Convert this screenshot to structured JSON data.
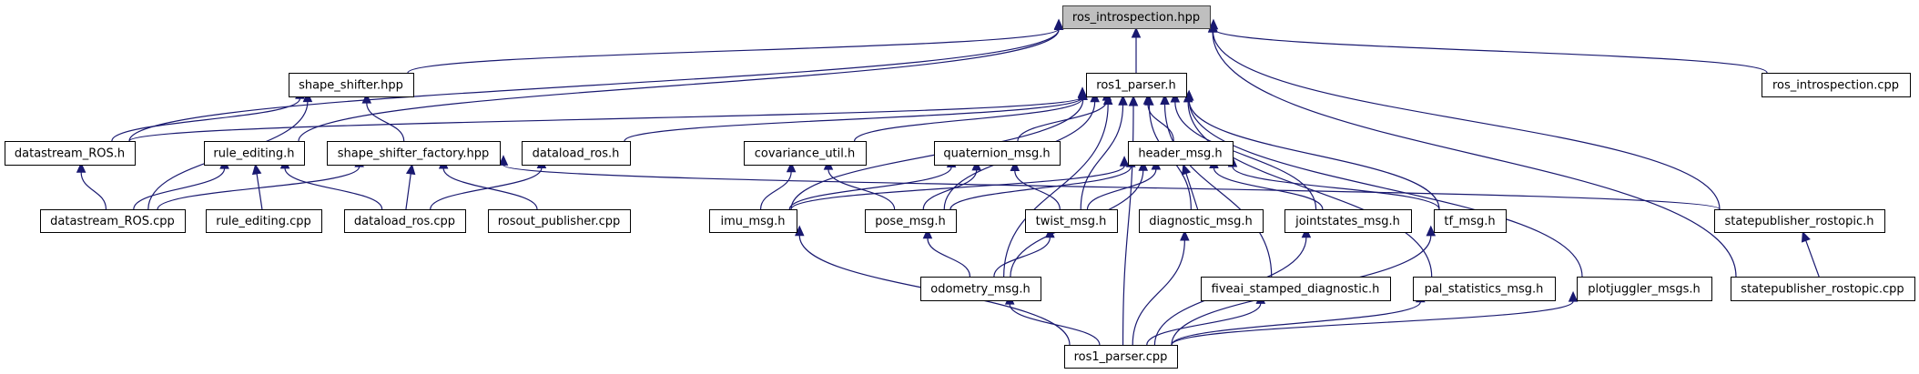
{
  "diagram": {
    "type": "include-dependency-graph",
    "focus_node": "ros_introspection.hpp",
    "colors": {
      "edge": "#191970",
      "focus_fill": "#bfbfbf",
      "node_fill": "#ffffff",
      "node_border": "#000000"
    },
    "nodes": [
      {
        "id": "ros_introspection_hpp",
        "label": "ros_introspection.hpp",
        "focus": true
      },
      {
        "id": "shape_shifter_hpp",
        "label": "shape_shifter.hpp"
      },
      {
        "id": "ros1_parser_h",
        "label": "ros1_parser.h"
      },
      {
        "id": "ros_introspection_cpp",
        "label": "ros_introspection.cpp"
      },
      {
        "id": "datastream_ROS_h",
        "label": "datastream_ROS.h"
      },
      {
        "id": "rule_editing_h",
        "label": "rule_editing.h"
      },
      {
        "id": "shape_shifter_factory_hpp",
        "label": "shape_shifter_factory.hpp"
      },
      {
        "id": "dataload_ros_h",
        "label": "dataload_ros.h"
      },
      {
        "id": "covariance_util_h",
        "label": "covariance_util.h"
      },
      {
        "id": "quaternion_msg_h",
        "label": "quaternion_msg.h"
      },
      {
        "id": "header_msg_h",
        "label": "header_msg.h"
      },
      {
        "id": "datastream_ROS_cpp",
        "label": "datastream_ROS.cpp"
      },
      {
        "id": "rule_editing_cpp",
        "label": "rule_editing.cpp"
      },
      {
        "id": "dataload_ros_cpp",
        "label": "dataload_ros.cpp"
      },
      {
        "id": "rosout_publisher_cpp",
        "label": "rosout_publisher.cpp"
      },
      {
        "id": "imu_msg_h",
        "label": "imu_msg.h"
      },
      {
        "id": "pose_msg_h",
        "label": "pose_msg.h"
      },
      {
        "id": "twist_msg_h",
        "label": "twist_msg.h"
      },
      {
        "id": "diagnostic_msg_h",
        "label": "diagnostic_msg.h"
      },
      {
        "id": "jointstates_msg_h",
        "label": "jointstates_msg.h"
      },
      {
        "id": "tf_msg_h",
        "label": "tf_msg.h"
      },
      {
        "id": "statepublisher_rostopic_h",
        "label": "statepublisher_rostopic.h"
      },
      {
        "id": "odometry_msg_h",
        "label": "odometry_msg.h"
      },
      {
        "id": "fiveai_stamped_diagnostic_h",
        "label": "fiveai_stamped_diagnostic.h"
      },
      {
        "id": "pal_statistics_msg_h",
        "label": "pal_statistics_msg.h"
      },
      {
        "id": "plotjuggler_msgs_h",
        "label": "plotjuggler_msgs.h"
      },
      {
        "id": "statepublisher_rostopic_cpp",
        "label": "statepublisher_rostopic.cpp"
      },
      {
        "id": "ros1_parser_cpp",
        "label": "ros1_parser.cpp"
      }
    ],
    "edges": [
      {
        "from": "shape_shifter_hpp",
        "to": "ros_introspection_hpp"
      },
      {
        "from": "datastream_ROS_h",
        "to": "ros_introspection_hpp"
      },
      {
        "from": "rule_editing_h",
        "to": "ros_introspection_hpp"
      },
      {
        "from": "ros1_parser_h",
        "to": "ros_introspection_hpp"
      },
      {
        "from": "ros_introspection_cpp",
        "to": "ros_introspection_hpp"
      },
      {
        "from": "statepublisher_rostopic_h",
        "to": "ros_introspection_hpp"
      },
      {
        "from": "statepublisher_rostopic_cpp",
        "to": "ros_introspection_hpp"
      },
      {
        "from": "datastream_ROS_h",
        "to": "shape_shifter_hpp"
      },
      {
        "from": "datastream_ROS_cpp",
        "to": "shape_shifter_hpp"
      },
      {
        "from": "shape_shifter_factory_hpp",
        "to": "shape_shifter_hpp"
      },
      {
        "from": "datastream_ROS_h",
        "to": "ros1_parser_h"
      },
      {
        "from": "dataload_ros_h",
        "to": "ros1_parser_h"
      },
      {
        "from": "covariance_util_h",
        "to": "ros1_parser_h"
      },
      {
        "from": "quaternion_msg_h",
        "to": "ros1_parser_h"
      },
      {
        "from": "header_msg_h",
        "to": "ros1_parser_h"
      },
      {
        "from": "imu_msg_h",
        "to": "ros1_parser_h"
      },
      {
        "from": "pose_msg_h",
        "to": "ros1_parser_h"
      },
      {
        "from": "twist_msg_h",
        "to": "ros1_parser_h"
      },
      {
        "from": "diagnostic_msg_h",
        "to": "ros1_parser_h"
      },
      {
        "from": "jointstates_msg_h",
        "to": "ros1_parser_h"
      },
      {
        "from": "tf_msg_h",
        "to": "ros1_parser_h"
      },
      {
        "from": "odometry_msg_h",
        "to": "ros1_parser_h"
      },
      {
        "from": "fiveai_stamped_diagnostic_h",
        "to": "ros1_parser_h"
      },
      {
        "from": "pal_statistics_msg_h",
        "to": "ros1_parser_h"
      },
      {
        "from": "plotjuggler_msgs_h",
        "to": "ros1_parser_h"
      },
      {
        "from": "ros1_parser_cpp",
        "to": "ros1_parser_h"
      },
      {
        "from": "datastream_ROS_cpp",
        "to": "datastream_ROS_h"
      },
      {
        "from": "datastream_ROS_cpp",
        "to": "rule_editing_h"
      },
      {
        "from": "rule_editing_cpp",
        "to": "rule_editing_h"
      },
      {
        "from": "dataload_ros_cpp",
        "to": "rule_editing_h"
      },
      {
        "from": "datastream_ROS_cpp",
        "to": "shape_shifter_factory_hpp"
      },
      {
        "from": "dataload_ros_cpp",
        "to": "shape_shifter_factory_hpp"
      },
      {
        "from": "rosout_publisher_cpp",
        "to": "shape_shifter_factory_hpp"
      },
      {
        "from": "statepublisher_rostopic_h",
        "to": "shape_shifter_factory_hpp"
      },
      {
        "from": "dataload_ros_cpp",
        "to": "dataload_ros_h"
      },
      {
        "from": "imu_msg_h",
        "to": "covariance_util_h"
      },
      {
        "from": "pose_msg_h",
        "to": "covariance_util_h"
      },
      {
        "from": "imu_msg_h",
        "to": "quaternion_msg_h"
      },
      {
        "from": "pose_msg_h",
        "to": "quaternion_msg_h"
      },
      {
        "from": "twist_msg_h",
        "to": "quaternion_msg_h"
      },
      {
        "from": "imu_msg_h",
        "to": "header_msg_h"
      },
      {
        "from": "pose_msg_h",
        "to": "header_msg_h"
      },
      {
        "from": "twist_msg_h",
        "to": "header_msg_h"
      },
      {
        "from": "odometry_msg_h",
        "to": "header_msg_h"
      },
      {
        "from": "diagnostic_msg_h",
        "to": "header_msg_h"
      },
      {
        "from": "jointstates_msg_h",
        "to": "header_msg_h"
      },
      {
        "from": "tf_msg_h",
        "to": "header_msg_h"
      },
      {
        "from": "odometry_msg_h",
        "to": "pose_msg_h"
      },
      {
        "from": "odometry_msg_h",
        "to": "twist_msg_h"
      },
      {
        "from": "statepublisher_rostopic_cpp",
        "to": "statepublisher_rostopic_h"
      },
      {
        "from": "ros1_parser_cpp",
        "to": "imu_msg_h"
      },
      {
        "from": "ros1_parser_cpp",
        "to": "odometry_msg_h"
      },
      {
        "from": "ros1_parser_cpp",
        "to": "diagnostic_msg_h"
      },
      {
        "from": "ros1_parser_cpp",
        "to": "jointstates_msg_h"
      },
      {
        "from": "ros1_parser_cpp",
        "to": "tf_msg_h"
      },
      {
        "from": "ros1_parser_cpp",
        "to": "fiveai_stamped_diagnostic_h"
      },
      {
        "from": "ros1_parser_cpp",
        "to": "pal_statistics_msg_h"
      },
      {
        "from": "ros1_parser_cpp",
        "to": "plotjuggler_msgs_h"
      }
    ]
  }
}
